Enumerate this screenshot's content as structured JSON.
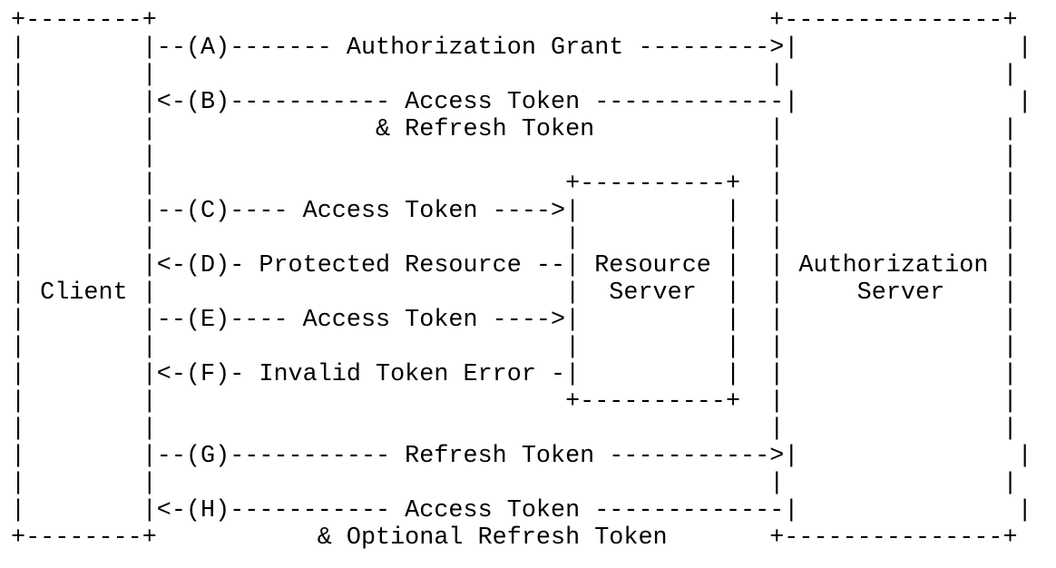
{
  "diagram": {
    "lines": [
      "+--------+                                          +---------------+",
      "|        |--(A)------- Authorization Grant --------->|               |",
      "|        |                                          |               |",
      "|        |<-(B)----------- Access Token -------------|               |",
      "|        |               & Refresh Token            |               |",
      "|        |                                          |               |",
      "|        |                            +----------+  |               |",
      "|        |--(C)---- Access Token ---->|          |  |               |",
      "|        |                            |          |  |               |",
      "|        |<-(D)- Protected Resource --| Resource |  | Authorization |",
      "| Client |                            |  Server  |  |     Server    |",
      "|        |--(E)---- Access Token ---->|          |  |               |",
      "|        |                            |          |  |               |",
      "|        |<-(F)- Invalid Token Error -|          |  |               |",
      "|        |                            +----------+  |               |",
      "|        |                                          |               |",
      "|        |--(G)----------- Refresh Token ----------->|               |",
      "|        |                                          |               |",
      "|        |<-(H)----------- Access Token -------------|               |",
      "+--------+           & Optional Refresh Token       +---------------+"
    ]
  }
}
